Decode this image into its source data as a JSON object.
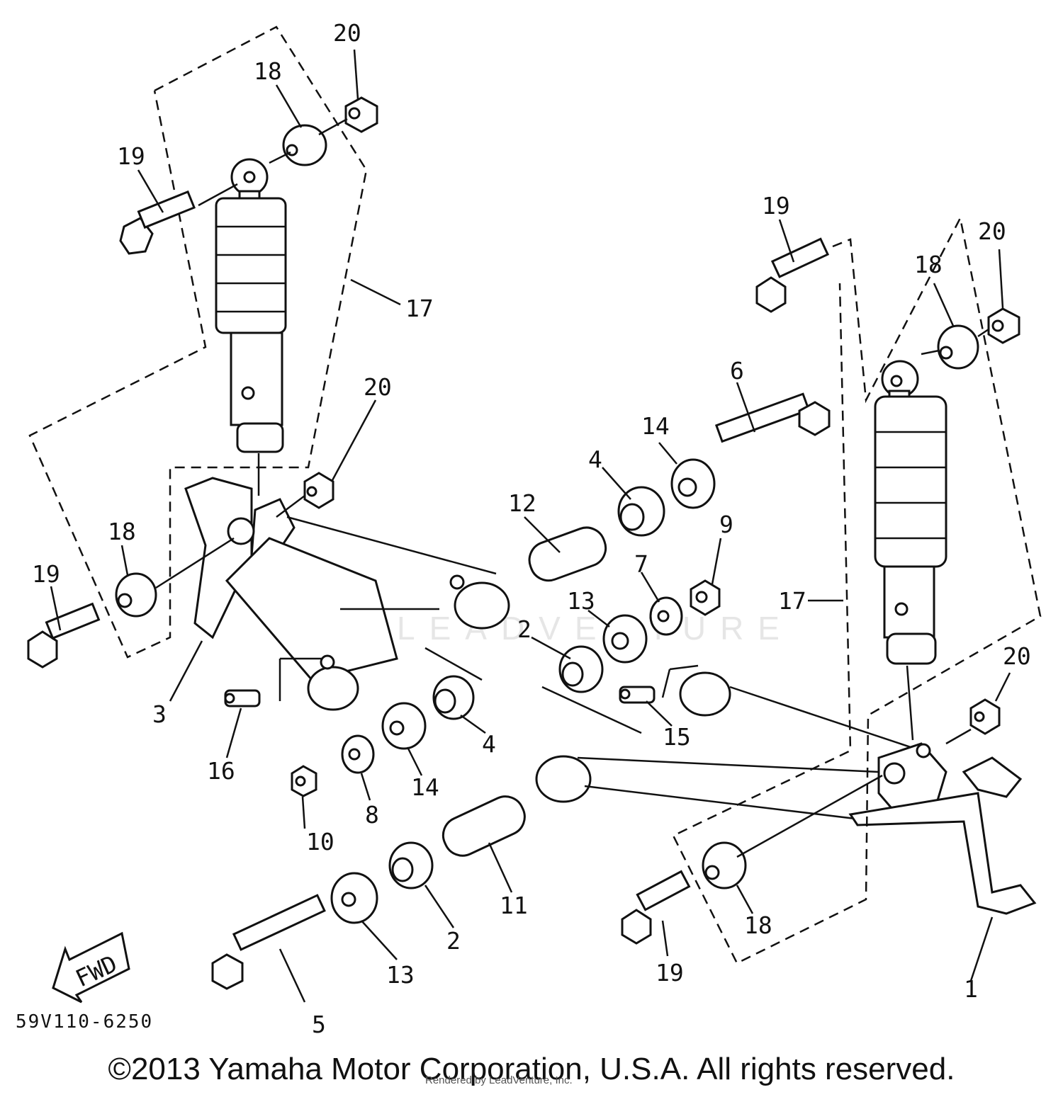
{
  "diagram": {
    "code": "59V110-6250",
    "copyright": "©2013 Yamaha Motor Corporation, U.S.A. All rights reserved.",
    "rendered_by": "Rendered by LeadVenture, Inc.",
    "watermark": "LEADVENTURE",
    "fwd_label": "FWD"
  },
  "callouts": [
    {
      "id": "c20a",
      "label": "20"
    },
    {
      "id": "c18a",
      "label": "18"
    },
    {
      "id": "c19a",
      "label": "19"
    },
    {
      "id": "c17a",
      "label": "17"
    },
    {
      "id": "c20b",
      "label": "20"
    },
    {
      "id": "c18b",
      "label": "18"
    },
    {
      "id": "c19b",
      "label": "19"
    },
    {
      "id": "c3",
      "label": "3"
    },
    {
      "id": "c16",
      "label": "16"
    },
    {
      "id": "c10",
      "label": "10"
    },
    {
      "id": "c8",
      "label": "8"
    },
    {
      "id": "c14a",
      "label": "14"
    },
    {
      "id": "c4a",
      "label": "4"
    },
    {
      "id": "c12",
      "label": "12"
    },
    {
      "id": "c4b",
      "label": "4"
    },
    {
      "id": "c14b",
      "label": "14"
    },
    {
      "id": "c6",
      "label": "6"
    },
    {
      "id": "c9",
      "label": "9"
    },
    {
      "id": "c7",
      "label": "7"
    },
    {
      "id": "c13a",
      "label": "13"
    },
    {
      "id": "c2a",
      "label": "2"
    },
    {
      "id": "c15",
      "label": "15"
    },
    {
      "id": "c11",
      "label": "11"
    },
    {
      "id": "c2b",
      "label": "2"
    },
    {
      "id": "c13b",
      "label": "13"
    },
    {
      "id": "c5",
      "label": "5"
    },
    {
      "id": "c19c",
      "label": "19"
    },
    {
      "id": "c20c",
      "label": "20"
    },
    {
      "id": "c18c",
      "label": "18"
    },
    {
      "id": "c17b",
      "label": "17"
    },
    {
      "id": "c20d",
      "label": "20"
    },
    {
      "id": "c18d",
      "label": "18"
    },
    {
      "id": "c19d",
      "label": "19"
    },
    {
      "id": "c1",
      "label": "1"
    }
  ]
}
